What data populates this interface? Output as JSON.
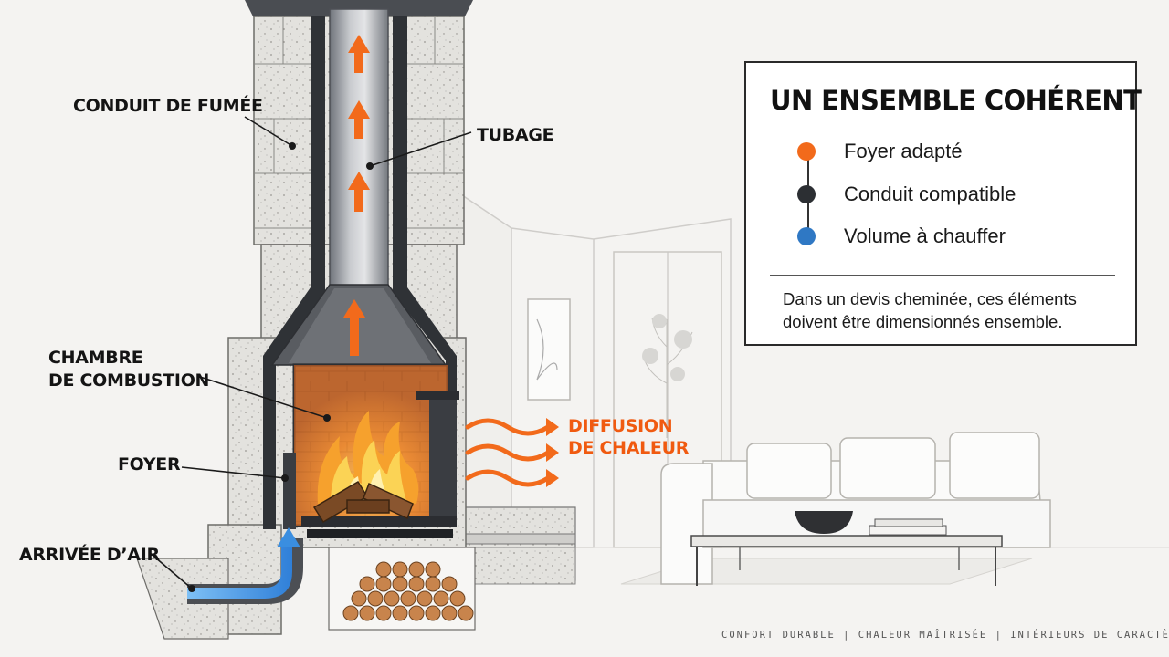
{
  "diagram": {
    "labels": {
      "conduit": "CONDUIT DE FUMÉE",
      "tubage": "TUBAGE",
      "chambre_line1": "CHAMBRE",
      "chambre_line2": "DE COMBUSTION",
      "foyer": "FOYER",
      "arrivee": "ARRIVÉE D’AIR",
      "diffusion_line1": "DIFFUSION",
      "diffusion_line2": "DE CHALEUR"
    }
  },
  "card": {
    "title": "UN ENSEMBLE COHÉRENT",
    "items": [
      {
        "label": "Foyer adapté",
        "color": "#f26a1b"
      },
      {
        "label": "Conduit compatible",
        "color": "#2c2f33"
      },
      {
        "label": "Volume à chauffer",
        "color": "#2f78c4"
      }
    ],
    "note": "Dans un devis cheminée, ces éléments doivent être dimensionnés ensemble."
  },
  "footer": "CONFORT DURABLE | CHALEUR MAÎTRISÉE | INTÉRIEURS DE CARACTÈRE",
  "colors": {
    "flame": "#f26a1b",
    "air": "#3a8ee0",
    "accent_text": "#f05a10"
  }
}
